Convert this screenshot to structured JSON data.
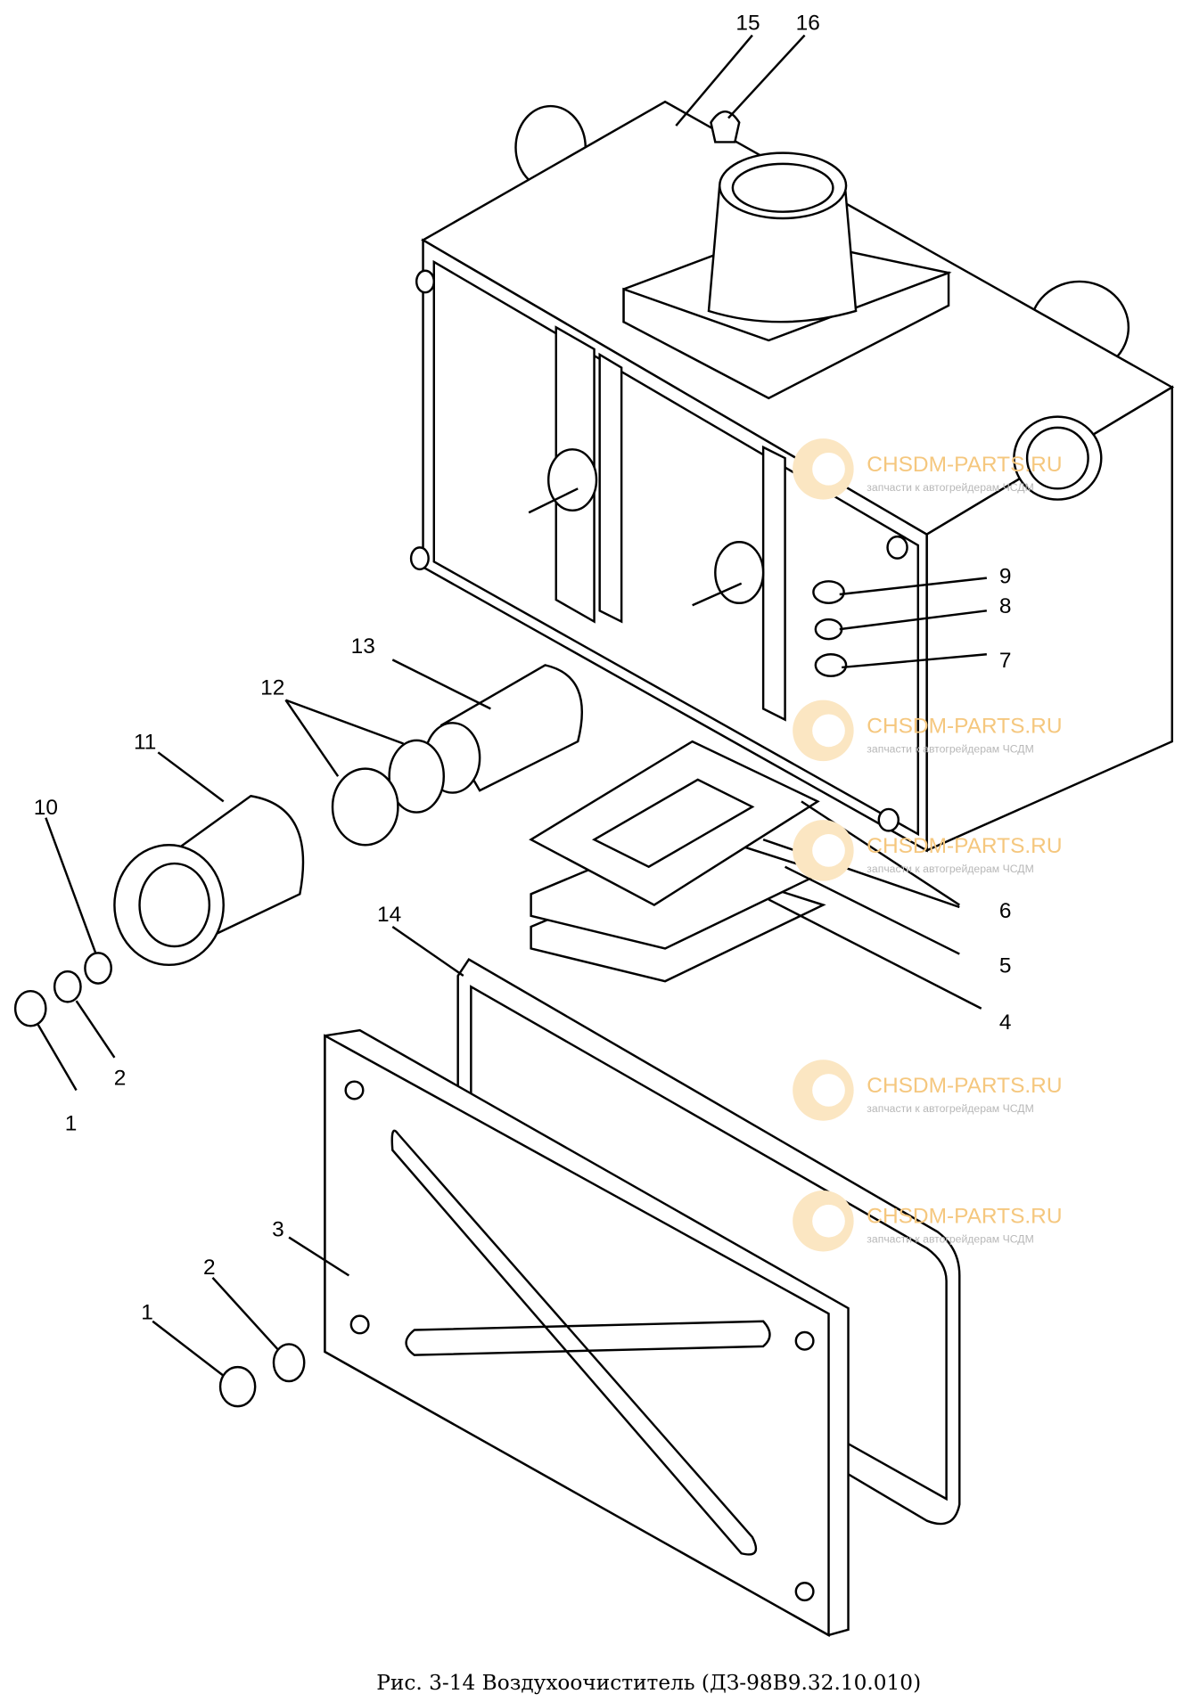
{
  "labels": {
    "l1a": "1",
    "l2a": "2",
    "l3": "3",
    "l4": "4",
    "l5": "5",
    "l6": "6",
    "l7": "7",
    "l8": "8",
    "l9": "9",
    "l10": "10",
    "l11": "11",
    "l12": "12",
    "l13": "13",
    "l14": "14",
    "l15": "15",
    "l16": "16",
    "l1b": "1",
    "l2b": "2"
  },
  "caption": "Рис. 3-14 Воздухоочиститель (ДЗ-98В9.32.10.010)",
  "watermark": {
    "brand": "CHSDM-PARTS.RU",
    "tagline": "запчасти к автогрейдерам ЧСДМ",
    "color": "#f5c77e"
  }
}
